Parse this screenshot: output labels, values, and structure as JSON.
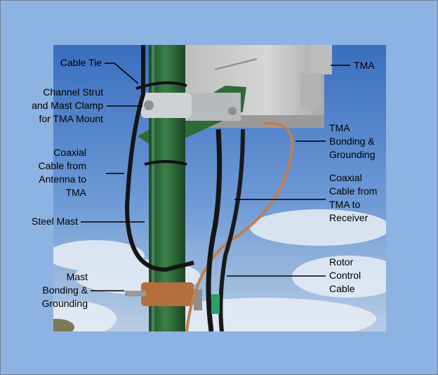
{
  "labels": {
    "cable_tie": "Cable Tie",
    "channel_strut": [
      "Channel Strut",
      "and Mast Clamp",
      "for TMA Mount"
    ],
    "coax_antenna": [
      "Coaxial",
      "Cable from",
      "Antenna to",
      "TMA"
    ],
    "steel_mast": "Steel Mast",
    "mast_bonding": [
      "Mast",
      "Bonding &",
      "Grounding"
    ],
    "tma": "TMA",
    "tma_bonding": [
      "TMA",
      "Bonding &",
      "Grounding"
    ],
    "coax_receiver": [
      "Coaxial",
      "Cable from",
      "TMA to",
      "Receiver"
    ],
    "rotor_cable": [
      "Rotor",
      "Control",
      "Cable"
    ]
  },
  "colors": {
    "background": "#8db3e2",
    "mast": "#2f6d3a",
    "tma_box": "#c9c9c9",
    "copper": "#b87347"
  }
}
